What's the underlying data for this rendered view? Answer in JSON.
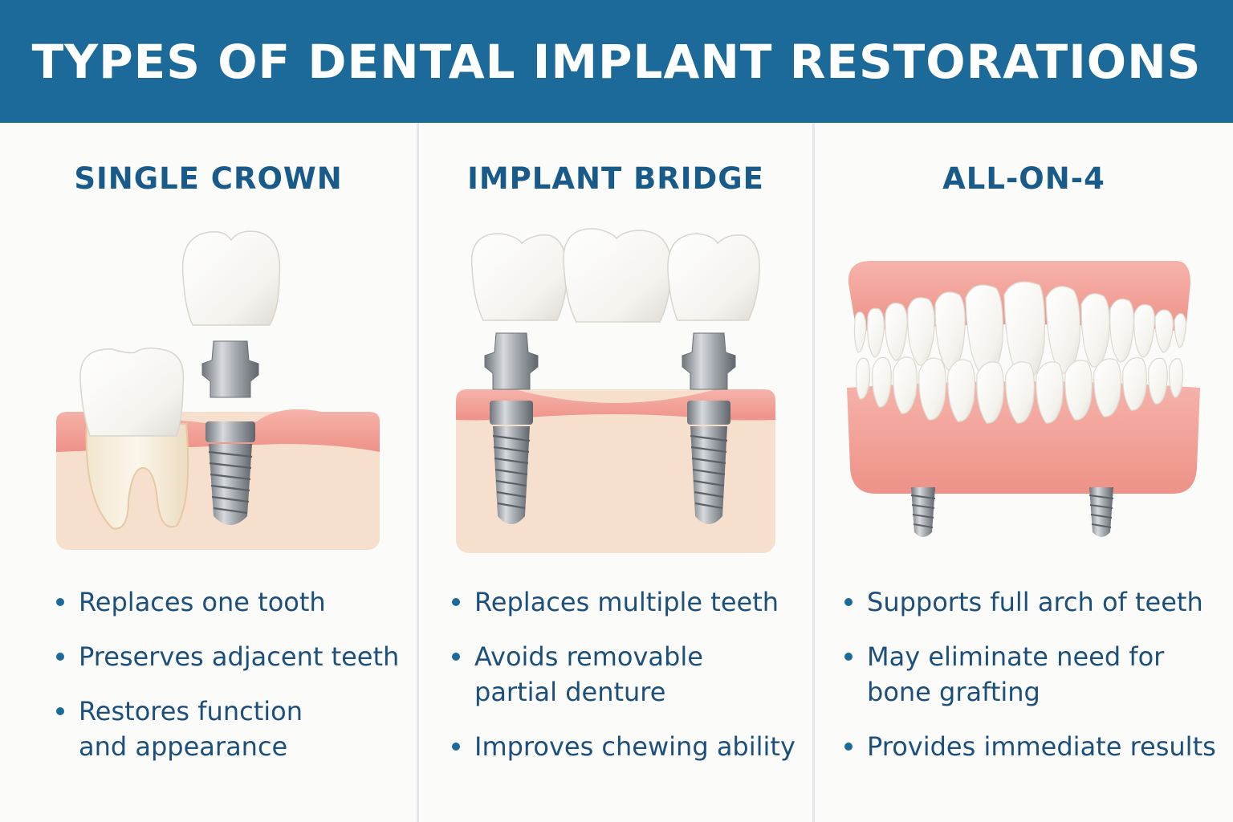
{
  "header": {
    "title": "TYPES OF DENTAL IMPLANT RESTORATIONS"
  },
  "colors": {
    "header_bg": "#1b6a9a",
    "heading": "#185b8a",
    "text": "#1d4f7c",
    "gum": "#f2a29a",
    "bone": "#f6e0cd",
    "tooth": "#fafaf7",
    "metal": "#8e9398"
  },
  "columns": [
    {
      "title": "SINGLE CROWN",
      "icon": "single-crown-implant-illustration",
      "bullets": [
        [
          "Replaces one tooth"
        ],
        [
          "Preserves adjacent teeth"
        ],
        [
          "Restores function",
          "and appearance"
        ]
      ]
    },
    {
      "title": "IMPLANT BRIDGE",
      "icon": "implant-bridge-illustration",
      "bullets": [
        [
          "Replaces multiple teeth"
        ],
        [
          "Avoids removable",
          "partial denture"
        ],
        [
          "Improves chewing ability"
        ]
      ]
    },
    {
      "title": "ALL-ON-4",
      "icon": "all-on-4-denture-illustration",
      "bullets": [
        [
          "Supports full arch of teeth"
        ],
        [
          "May eliminate need for",
          "bone grafting"
        ],
        [
          "Provides immediate results"
        ]
      ]
    }
  ]
}
